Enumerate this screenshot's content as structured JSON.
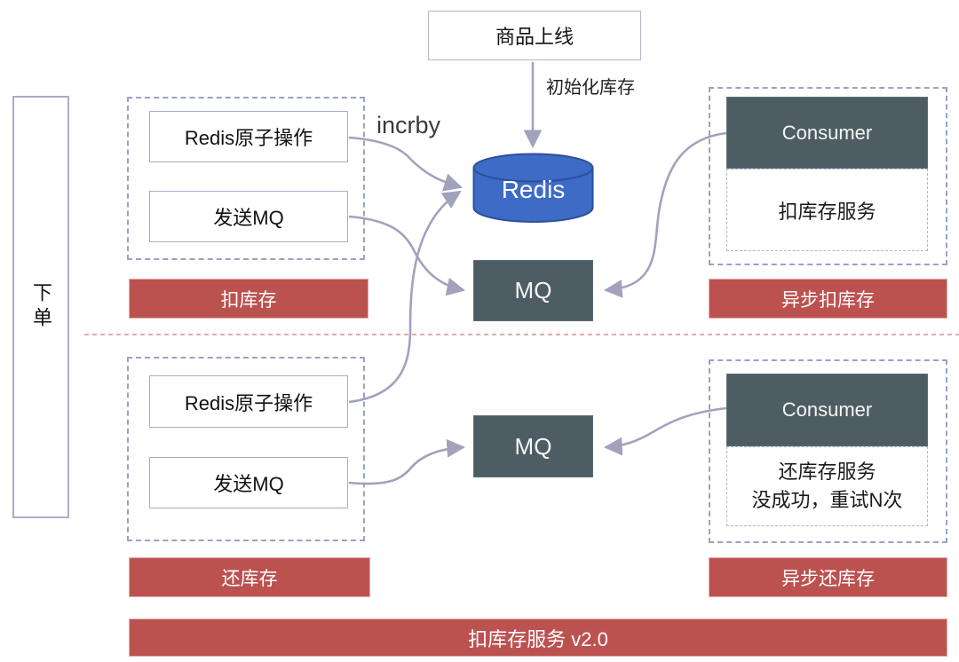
{
  "nodes": {
    "product_online": "商品上线",
    "init_inventory_label": "初始化库存",
    "incrby_label": "incrby",
    "redis": "Redis",
    "order": "下单",
    "footer_banner": "扣库存服务 v2.0"
  },
  "upper_flow": {
    "redis_op": "Redis原子操作",
    "send_mq": "发送MQ",
    "banner": "扣库存",
    "mq": "MQ",
    "consumer": "Consumer",
    "service": "扣库存服务",
    "async_banner": "异步扣库存"
  },
  "lower_flow": {
    "redis_op": "Redis原子操作",
    "send_mq": "发送MQ",
    "banner": "还库存",
    "mq": "MQ",
    "consumer": "Consumer",
    "service_line1": "还库存服务",
    "service_line2": "没成功，重试N次",
    "async_banner": "异步还库存"
  },
  "colors": {
    "banner_red": "#bc5250",
    "node_slate": "#4d5d63",
    "redis_blue": "#3d6bc5",
    "redis_border": "#2b4f9e",
    "arrow": "#a2a2bd",
    "dashed_border": "#9aa1c4",
    "divider_red": "#dba09d"
  }
}
